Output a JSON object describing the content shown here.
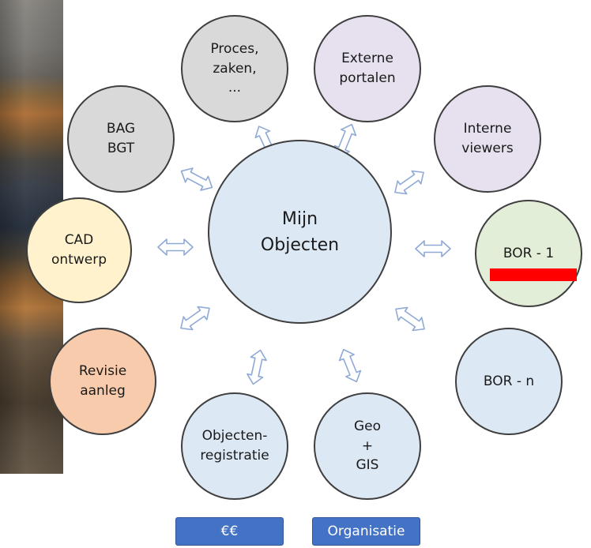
{
  "nodes": {
    "center": "Mijn\nObjecten",
    "proces": "Proces,\nzaken,\n...",
    "externe": "Externe\nportalen",
    "interne": "Interne\nviewers",
    "bag": "BAG\nBGT",
    "cad": "CAD\nontwerp",
    "bor1": "BOR - 1",
    "borN": "BOR - n",
    "revisie": "Revisie\naanleg",
    "objreg": "Objecten-\nregistratie",
    "geo": "Geo\n+\nGIS"
  },
  "buttons": {
    "euro": "€€",
    "organisatie": "Organisatie"
  },
  "colors": {
    "center_fill": "#dde8f5",
    "gray_fill": "#d9d9d9",
    "purple_fill": "#e6e0ef",
    "green_fill": "#e2eed8",
    "yellow_fill": "#fff2cd",
    "orange_fill": "#f7cbab",
    "arrow_outline": "#8fa9d6",
    "button_fill": "#4472c4",
    "redaction": "#ff0000"
  }
}
